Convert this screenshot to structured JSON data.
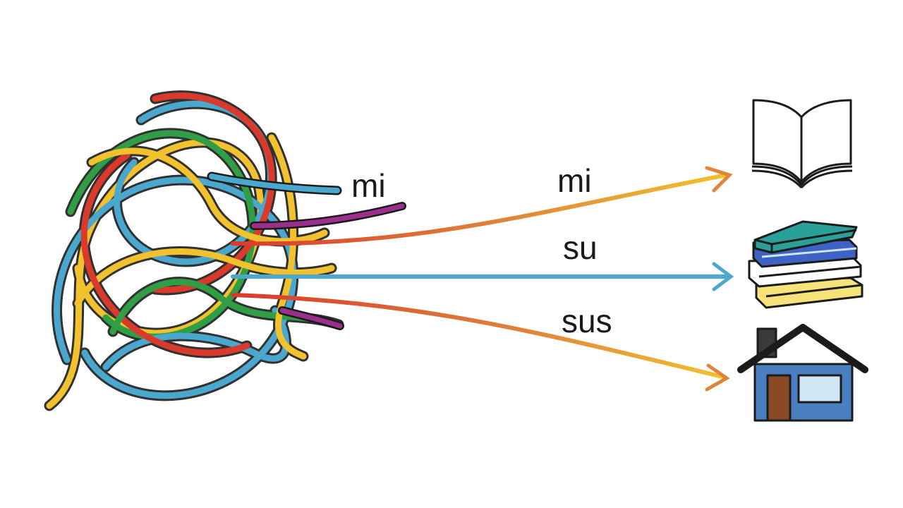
{
  "labels": {
    "tangle_label": "mi",
    "arrow_top": "mi",
    "arrow_middle": "su",
    "arrow_bottom": "sus"
  },
  "colors": {
    "red": "#d93a2b",
    "blue": "#4aa8cf",
    "yellow": "#f2c12e",
    "green": "#2f9e44",
    "purple": "#9b2f8a",
    "arrow_head": "#e0843a",
    "house_blue": "#4a7fc1",
    "door": "#8a4b24",
    "window": "#cfe6f5",
    "book_teal": "#2aa198",
    "book_blue": "#3f63c4",
    "book_yellow": "#f5e37a"
  },
  "icons": {
    "top": "open-book-icon",
    "middle": "book-stack-icon",
    "bottom": "house-icon"
  }
}
